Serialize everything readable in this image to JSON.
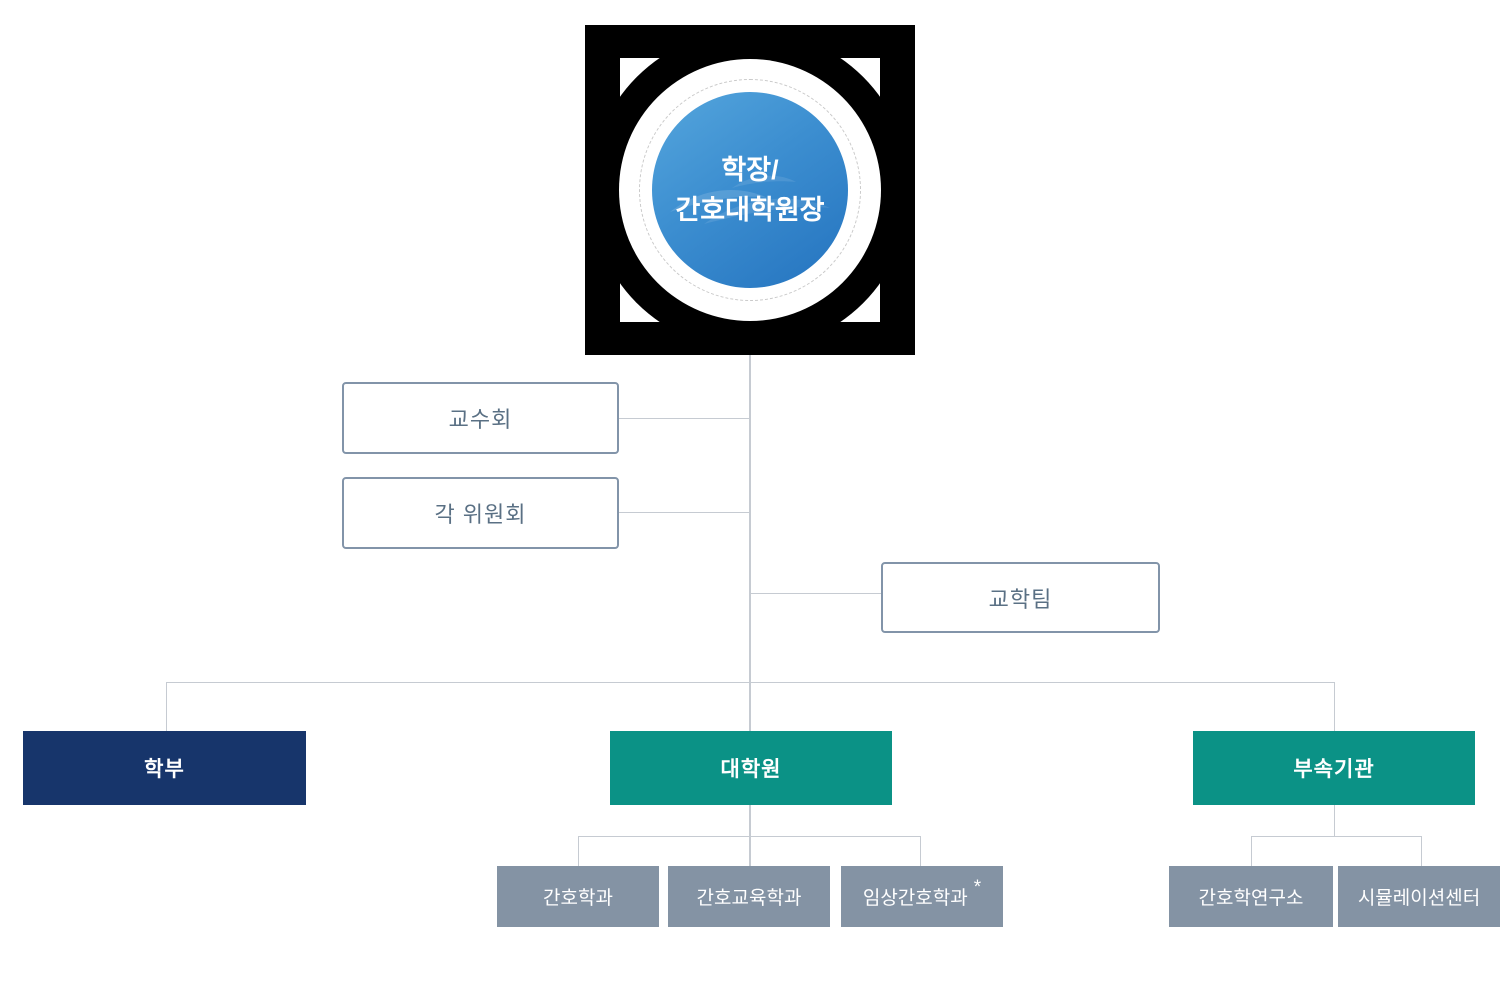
{
  "badge": {
    "line1": "학장/",
    "line2": "간호대학원장"
  },
  "council_boxes": [
    {
      "label": "교수회"
    },
    {
      "label": "각 위원회"
    }
  ],
  "staff_box": {
    "label": "교학팀"
  },
  "divisions": [
    {
      "label": "학부"
    },
    {
      "label": "대학원"
    },
    {
      "label": "부속기관"
    }
  ],
  "grad_departments": [
    {
      "label": "간호학과",
      "note": ""
    },
    {
      "label": "간호교육학과",
      "note": ""
    },
    {
      "label": "임상간호학과",
      "note": "*"
    }
  ],
  "annex_departments": [
    {
      "label": "간호학연구소"
    },
    {
      "label": "시뮬레이션센터"
    }
  ],
  "colors": {
    "navy": "#17356b",
    "teal": "#0b9286",
    "dept_gray": "#8493a4",
    "outline_border": "#8294a9",
    "outline_text": "#5a7084",
    "connector_line": "#c6cbd2",
    "badge_background": "#000000",
    "blue_gradient_start": "#55a6dd",
    "blue_gradient_end": "#2473bf"
  }
}
